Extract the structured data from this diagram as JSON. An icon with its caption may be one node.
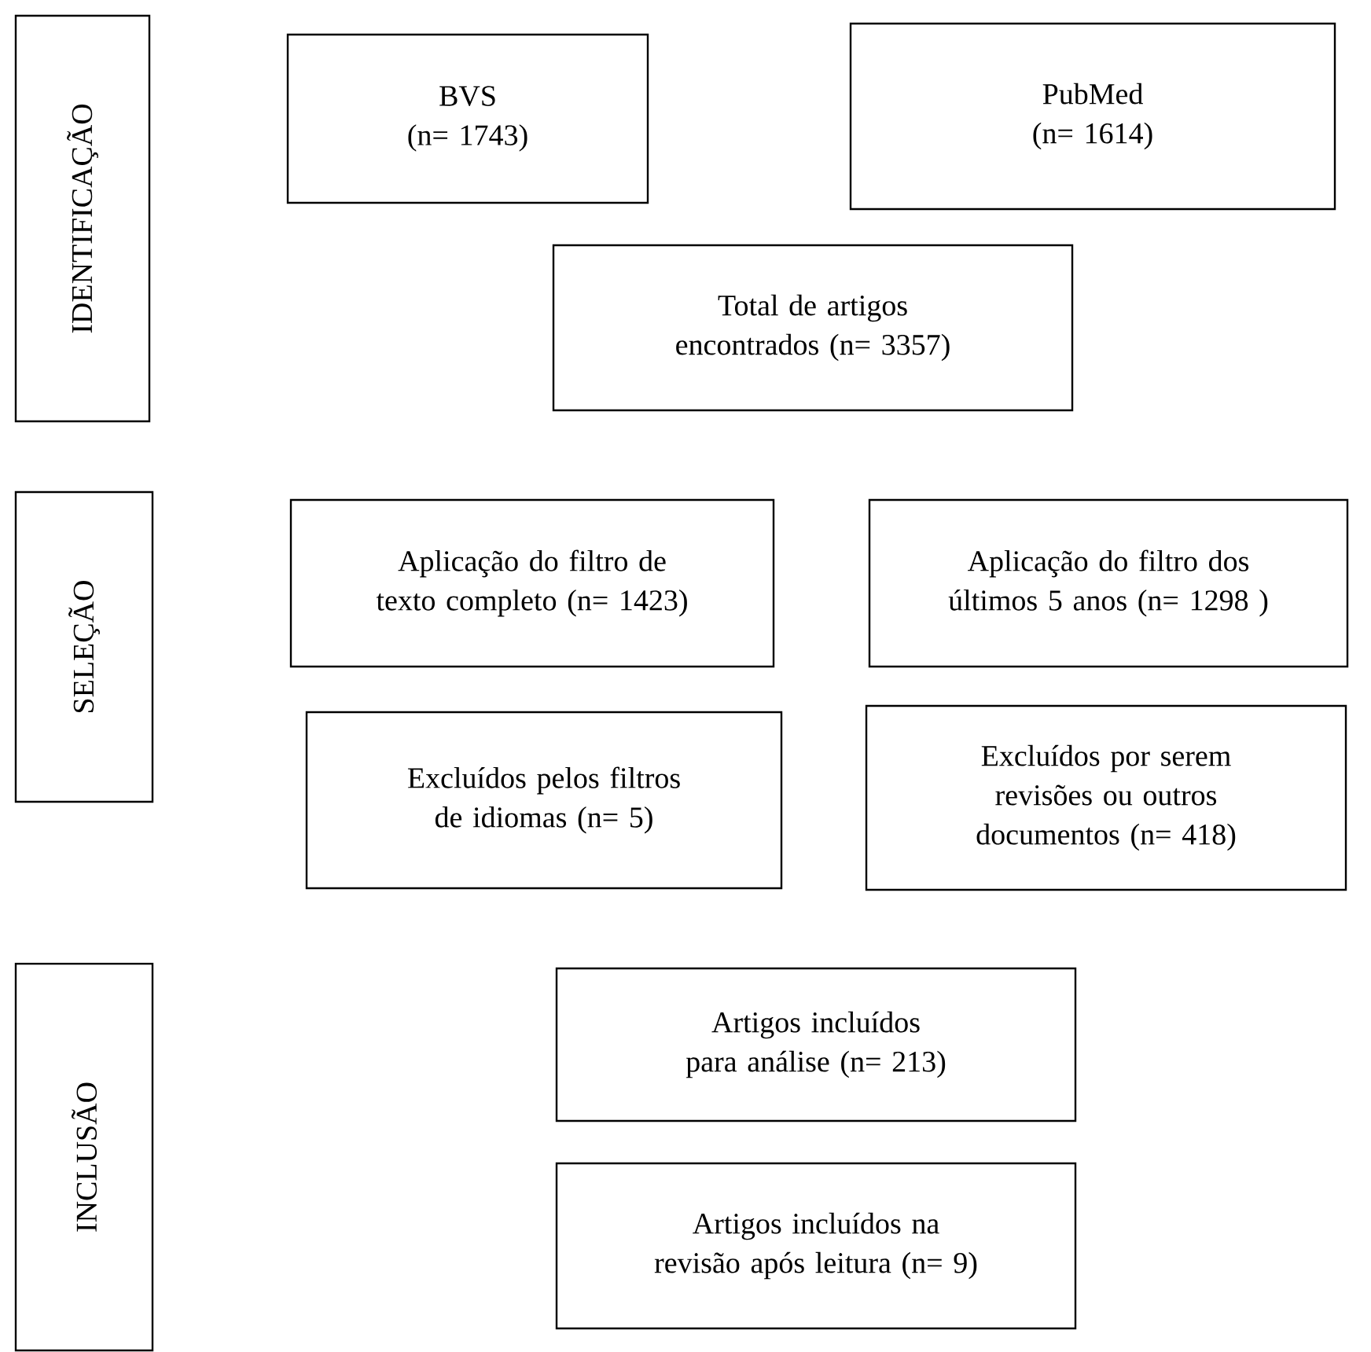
{
  "diagram": {
    "nodes": [
      {
        "text": [
          "IDENTIFICAÇÃO"
        ]
      },
      {
        "text": [
          "BVS",
          "(n= 1743)"
        ]
      },
      {
        "text": [
          "PubMed",
          "(n= 1614)"
        ]
      },
      {
        "text": [
          "Total de artigos encontrados (n= 3357)"
        ]
      },
      {
        "text": [
          "SELEÇÃO"
        ]
      },
      {
        "text": [
          "Aplicação do filtro de texto completo (n= 1423)"
        ]
      },
      {
        "text": [
          "Aplicação do filtro dos últimos 5 anos (n= 1298 )"
        ]
      },
      {
        "text": [
          "Excluídos pelos filtros de idiomas (n= 5)"
        ]
      },
      {
        "text": [
          "Excluídos por serem revisões ou outros documentos (n= 418)"
        ]
      },
      {
        "text": [
          "INCLUSÃO"
        ]
      },
      {
        "text": [
          "Artigos incluídos para análise (n= 213)"
        ]
      },
      {
        "text": [
          "Artigos incluídos na revisão após leitura (n= 9)"
        ]
      }
    ]
  }
}
